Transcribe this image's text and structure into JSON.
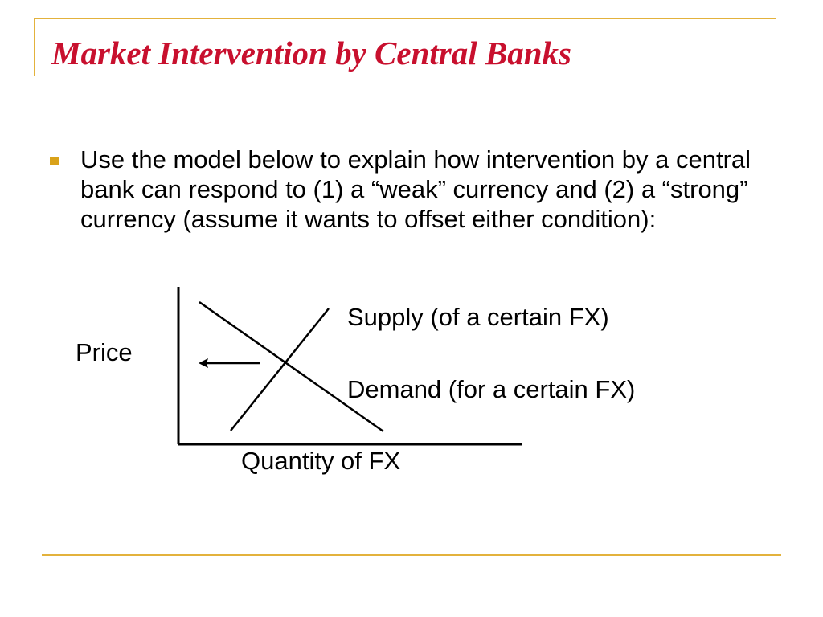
{
  "slide": {
    "title": "Market Intervention by Central Banks",
    "bullet": "Use the model below to explain how intervention by a central bank can respond to (1) a “weak” currency and (2) a “strong” currency (assume it wants to offset either condition):"
  },
  "diagram": {
    "y_axis_label": "Price",
    "x_axis_label": "Quantity of FX",
    "supply_label": "Supply (of a certain FX)",
    "demand_label": "Demand (for a certain FX)",
    "arrow_direction": "left"
  },
  "colors": {
    "title": "#c8102e",
    "accent_rule": "#e3b23c",
    "bullet": "#d9a21a",
    "text": "#000000"
  }
}
